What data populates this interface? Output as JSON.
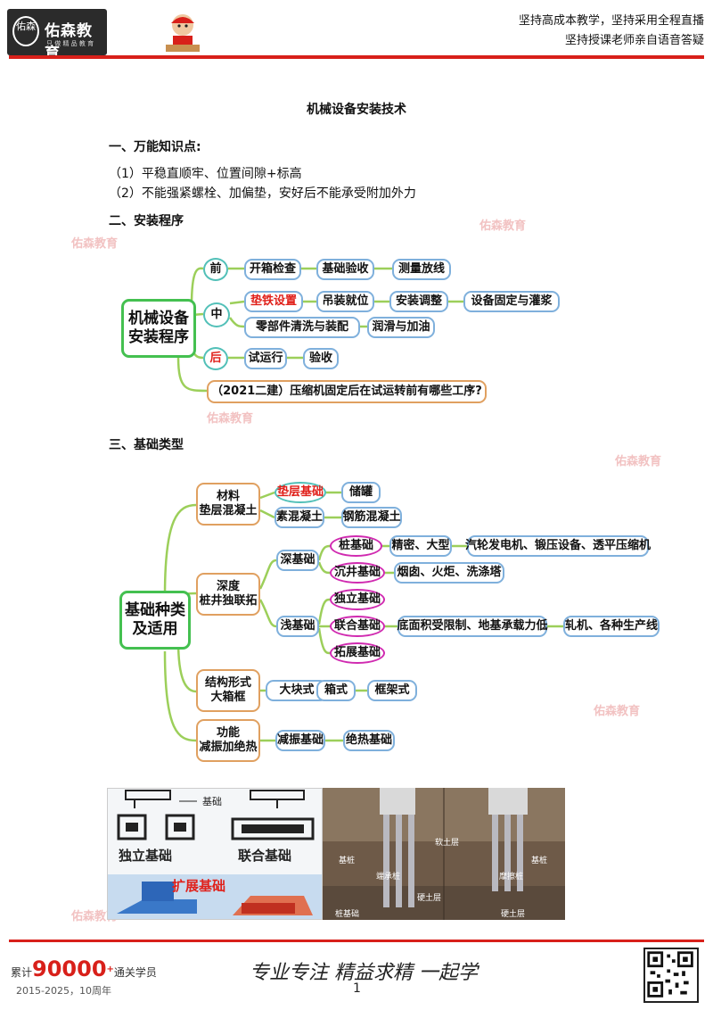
{
  "header": {
    "logo_text": "佑森教育",
    "logo_seal": "佑森",
    "logo_tagline": "只 做 精 品 教 育",
    "slogan_line1": "坚持高成本教学，坚持采用全程直播",
    "slogan_line2": "坚持授课老师亲自语音答疑"
  },
  "doc": {
    "title": "机械设备安装技术",
    "sec1": "一、万能知识点:",
    "sec1_items": [
      "（1）平稳直顺牢、位置间隙+标高",
      "（2）不能强紧螺栓、加偏垫，安好后不能承受附加外力"
    ],
    "sec2": "二、安装程序",
    "sec3": "三、基础类型"
  },
  "map1": {
    "root": "机械设备\n安装程序",
    "before": "前",
    "middle": "中",
    "after": "后",
    "before_steps": [
      "开箱检查",
      "基础验收",
      "测量放线"
    ],
    "middle_steps": [
      "垫铁设置",
      "吊装就位",
      "安装调整",
      "设备固定与灌浆"
    ],
    "middle_steps2": [
      "零部件清洗与装配",
      "润滑与加油"
    ],
    "after_steps": [
      "试运行",
      "验收"
    ],
    "question": "（2021二建）压缩机固定后在试运转前有哪些工序?"
  },
  "map2": {
    "root": "基础种类\n及适用",
    "cat1": "材料\n垫层混凝土",
    "cat1_items": [
      "垫层基础",
      "储罐",
      "素混凝土",
      "钢筋混凝土"
    ],
    "cat2": "深度\n桩井独联拓",
    "deep": "深基础",
    "shallow": "浅基础",
    "pile": "桩基础",
    "pile_use": "精密、大型",
    "pile_eq": "汽轮发电机、锻压设备、透平压缩机",
    "caisson": "沉井基础",
    "caisson_use": "烟囱、火炬、洗涤塔",
    "isolated": "独立基础",
    "combined": "联合基础",
    "combined_use": "底面积受限制、地基承载力低",
    "combined_eq": "轧机、各种生产线",
    "spread": "拓展基础",
    "cat3": "结构形式\n大箱框",
    "cat3_items": [
      "大块式",
      "箱式",
      "框架式"
    ],
    "cat4": "功能\n减振加绝热",
    "cat4_items": [
      "减振基础",
      "绝热基础"
    ]
  },
  "photos": {
    "label_base": "基础",
    "label_isolated": "独立基础",
    "label_combined": "联合基础",
    "label_spread": "扩展基础",
    "label_pile1": "基桩",
    "label_pile2": "基桩",
    "label_layer1": "软土层",
    "label_layer2": "硬土层",
    "label_endbearing": "端承桩",
    "label_friction": "摩擦桩",
    "label_piletitle": "桩基础",
    "label_layer3": "硬土层"
  },
  "watermark": "佑森教育",
  "footer": {
    "prefix": "累计",
    "count": "90000",
    "plus": "+",
    "suffix": "通关学员",
    "years": "2015-2025，10周年",
    "page": "1",
    "motto": "专业专注  精益求精  一起学"
  },
  "colors": {
    "accent_red": "#d8201a",
    "green": "#44c050",
    "blue": "#7fb0dc",
    "orange": "#e0a060",
    "magenta": "#d02ab0",
    "teal": "#52c0b8"
  }
}
